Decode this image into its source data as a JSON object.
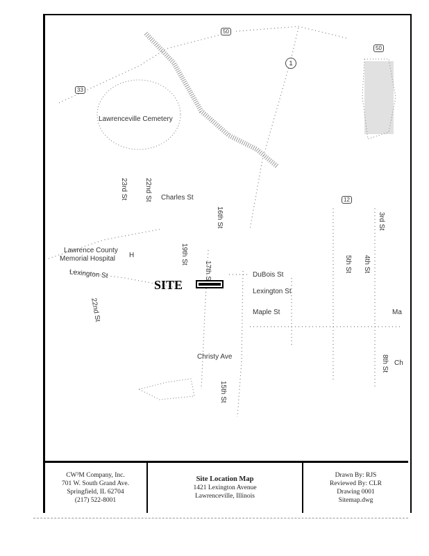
{
  "map": {
    "route_shields": [
      "33",
      "50",
      "1",
      "50"
    ],
    "labels": {
      "cemetery": "Lawrenceville Cemetery",
      "hospital_line1": "Lawrence County",
      "hospital_line2": "Memorial Hospital",
      "hospital_symbol": "H",
      "charles": "Charles St",
      "lexington_w": "Lexington St",
      "dubois": "DuBois St",
      "lexington_e": "Lexington St",
      "maple": "Maple St",
      "christy": "Christy Ave",
      "st23": "23rd St",
      "st22": "22nd St",
      "st22b": "22nd St",
      "st19": "19th St",
      "st17": "17th St",
      "st16": "16th St",
      "st15": "15th St",
      "st5": "5th St",
      "st4": "4th St",
      "st3": "3rd St",
      "st8": "8th St",
      "box12": "12",
      "ma": "Ma",
      "ch": "Ch"
    },
    "site_label": "SITE"
  },
  "title_block": {
    "company": [
      "CW³M Company, Inc.",
      "701 W. South Grand Ave.",
      "Springfield, IL 62704",
      "(217) 522-8001"
    ],
    "title": "Site Location Map",
    "address": [
      "1421 Lexington Avenue",
      "Lawrenceville, Illinois"
    ],
    "meta": [
      "Drawn By:  RJS",
      "Reviewed By: CLR",
      "Drawing 0001",
      "Sitemap.dwg"
    ]
  }
}
